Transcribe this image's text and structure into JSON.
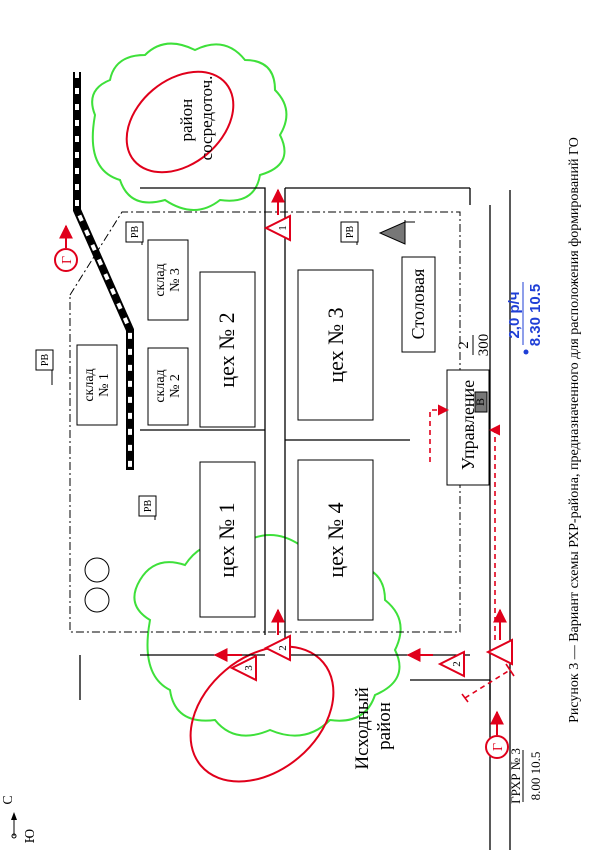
{
  "caption": "Рисунок 3 — Вариант схемы РХР-района, предназначенного для расположения формирований ГО",
  "compass": {
    "north": "С",
    "south": "Ю"
  },
  "areas": {
    "start": "Исходный район",
    "concentration": "район сосредоточ."
  },
  "buildings": {
    "workshop1": "цех № 1",
    "workshop2": "цех № 2",
    "workshop3": "цех № 3",
    "workshop4": "цех № 4",
    "warehouse1": "склад № 1",
    "warehouse2": "склад № 2",
    "warehouse3": "склад № 3",
    "canteen": "Столовая",
    "management": "Управление",
    "management_mark": "В"
  },
  "signs": {
    "rv": "РВ",
    "g": "Г",
    "post1": "1",
    "post2": "2",
    "post3": "3"
  },
  "labels": {
    "grxr": "ГРХР № 3",
    "grxr_time": "8.00 10.5",
    "frac_num": "2",
    "frac_den": "300",
    "dose_rate": "2,0 р/ч",
    "dose_time": "8.30 10.5"
  },
  "colors": {
    "accent": "#e0001b",
    "annotation": "#1f3fd6",
    "vegetation": "#3ee03a"
  }
}
